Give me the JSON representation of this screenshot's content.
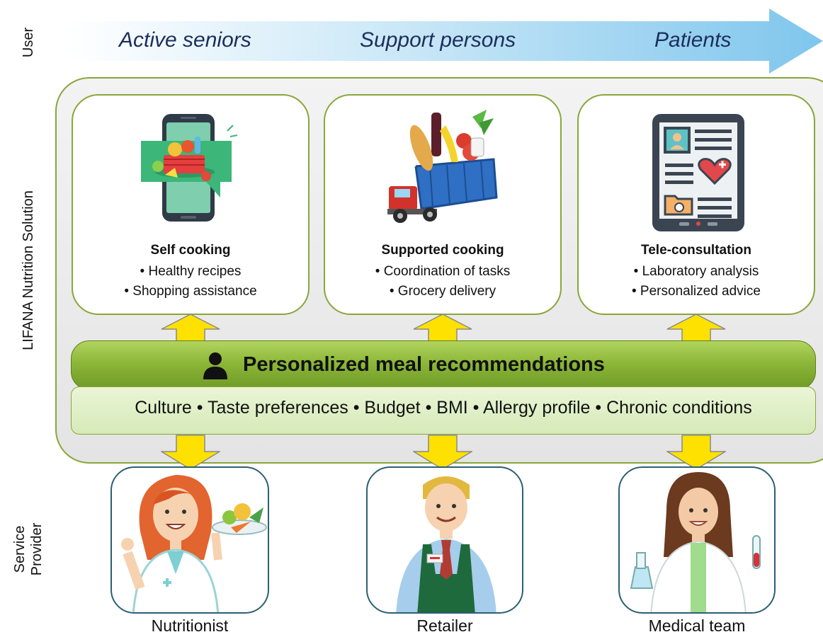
{
  "axis_labels": {
    "user": "User",
    "solution": "LIFANA Nutrition Solution",
    "service_provider_line1": "Service",
    "service_provider_line2": "Provider"
  },
  "user_types": [
    "Active seniors",
    "Support persons",
    "Patients"
  ],
  "services": [
    {
      "title": "Self cooking",
      "bullets": [
        "• Healthy recipes",
        "• Shopping assistance"
      ],
      "icon": "smartphone-food-icon"
    },
    {
      "title": "Supported cooking",
      "bullets": [
        "• Coordination of tasks",
        "• Grocery delivery"
      ],
      "icon": "grocery-truck-icon"
    },
    {
      "title": "Tele-consultation",
      "bullets": [
        "• Laboratory analysis",
        "• Personalized advice"
      ],
      "icon": "tablet-medical-record-icon"
    }
  ],
  "core": {
    "title": "Personalized meal recommendations",
    "icon": "person-icon",
    "factors": "Culture • Taste preferences • Budget • BMI • Allergy profile • Chronic conditions"
  },
  "providers": [
    {
      "label": "Nutritionist",
      "icon": "nutritionist-illustration"
    },
    {
      "label": "Retailer",
      "icon": "retailer-illustration"
    },
    {
      "label": "Medical team",
      "icon": "medical-team-illustration"
    }
  ],
  "colors": {
    "green_border": "#8aa63a",
    "green_bar": "#8cb739",
    "arrow_yellow": "#ffe100",
    "user_arrow_blue": "#87cbef",
    "user_text": "#1c2e5c",
    "provider_border": "#2c5f73"
  }
}
